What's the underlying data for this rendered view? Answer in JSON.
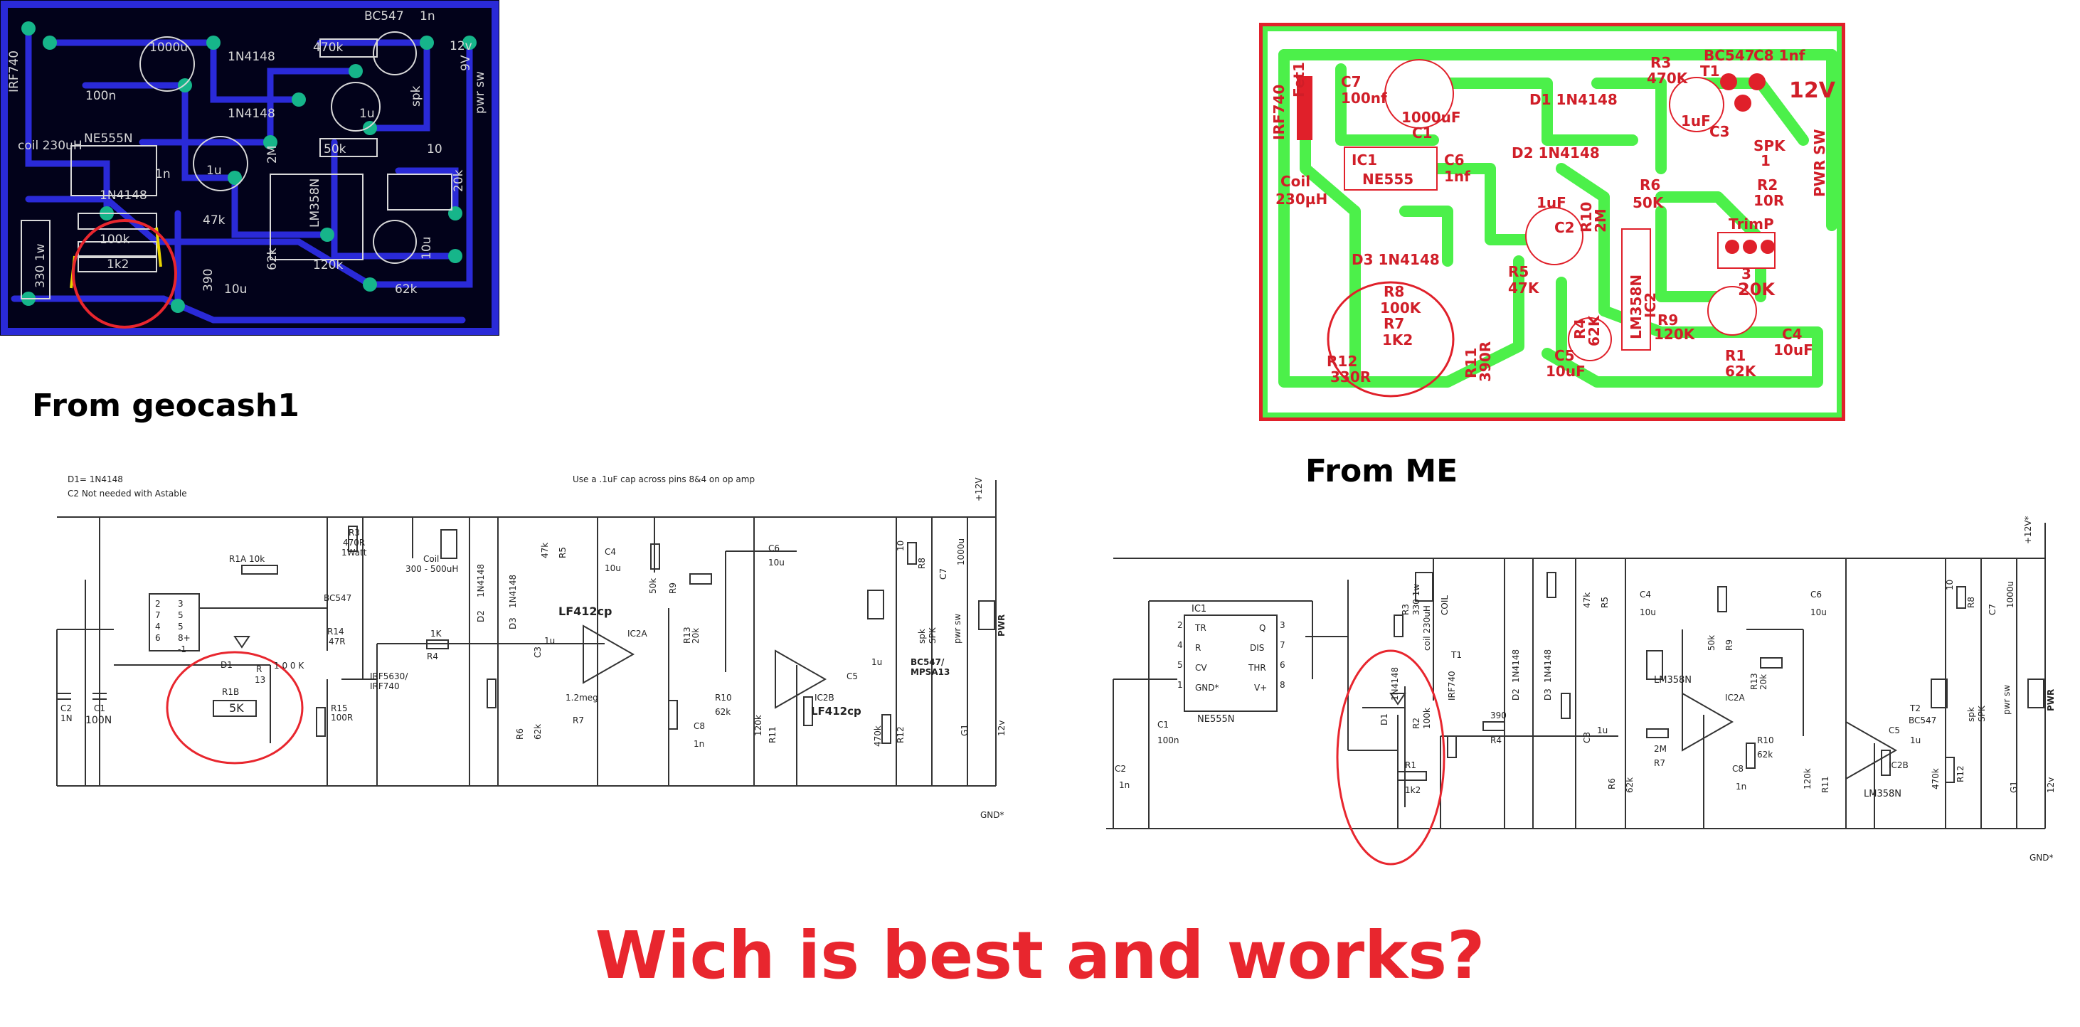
{
  "captions": {
    "left": "From geocash1",
    "right": "From ME",
    "question": "Wich is best and works?"
  },
  "colors": {
    "pcb1_background": "#02021a",
    "pcb1_trace": "#2a2ad8",
    "pcb1_pad": "#16b58a",
    "pcb2_trace": "#4cf04a",
    "pcb2_border": "#e0202a",
    "annotation_red": "#e8262e",
    "schematic_line": "#333333"
  },
  "pcb1": {
    "labels": {
      "bc547": "BC547",
      "n1": "1n",
      "v12": "12v",
      "v9": "9V",
      "irf740": "IRF740",
      "c1000u": "1000u",
      "d1n4148a": "1N4148",
      "r470k": "470k",
      "n100": "100n",
      "ne555n": "NE555N",
      "d1n4148b": "1N4148",
      "u1a": "1u",
      "spk": "spk",
      "pwrsw": "pwr sw",
      "coil": "coil 230uH",
      "n1b": "1n",
      "u1b": "1u",
      "k50": "50k",
      "r10": "10",
      "m2": "2M",
      "k20": "20k",
      "d1n4148c": "1N4148",
      "k47": "47k",
      "lm358n": "LM358N",
      "k100": "100k",
      "k1k2": "1k2",
      "r330": "330 1w",
      "r390": "390",
      "k62a": "62k",
      "k120": "120k",
      "u10a": "10u",
      "u10b": "10u",
      "k62b": "62k"
    }
  },
  "pcb2": {
    "labels": {
      "irf740": "IRF740",
      "fet1": "Fet1",
      "c7": "C7",
      "n100": "100nf",
      "c1000": "1000uF",
      "c1": "C1",
      "d1": "D1 1N4148",
      "r3": "R3",
      "k470": "470K",
      "bc547": "BC547",
      "t1": "T1",
      "c8": "C8 1nf",
      "v12": "12V",
      "u1": "1uF",
      "c3": "C3",
      "spk": "SPK",
      "one": "1",
      "pwrsw": "PWR SW",
      "coil": "Coil",
      "coilv": "230µH",
      "ic1": "IC1",
      "ne555": "NE555",
      "c6": "C6",
      "n1": "1nf",
      "d2": "D2 1N4148",
      "u1b": "1uF",
      "c2": "C2",
      "r10": "R10",
      "m2": "2M",
      "r6": "R6",
      "k50": "50K",
      "r2": "R2",
      "r10v": "10R",
      "trim": "TrimP",
      "three": "3",
      "k20": "20K",
      "d3": "D3 1N4148",
      "r8": "R8",
      "k100": "100K",
      "r7": "R7",
      "k1k2": "1K2",
      "r5": "R5",
      "k47": "47K",
      "lm358n": "LM358N",
      "ic2": "IC2",
      "r12": "R12",
      "r330": "330R",
      "r11": "R11",
      "r390": "390R",
      "r4": "R4",
      "k62": "62K",
      "c5": "C5",
      "u10": "10uF",
      "r9": "R9",
      "k120": "120K",
      "c4": "C4",
      "u10b": "10uF",
      "r1": "R1",
      "k62b": "62K"
    }
  },
  "sch1": {
    "labels": {
      "d1": "D1= 1N4148",
      "c2note": "C2 Not needed with Astable",
      "note": "Use a .1uF cap across pins 8&4 on op amp",
      "v12": "+12V",
      "r3": "R3",
      "r3v": "470R",
      "r3w": "1Watt",
      "coil": "Coil",
      "coilv": "300 - 500uH",
      "r1a": "R1A 10k",
      "bc547": "BC547",
      "r14": "R14",
      "r14v": "47R",
      "pin2": "2",
      "pin3": "3",
      "pin7": "7",
      "pin4": "4",
      "pin5": "5",
      "pin6": "6",
      "pin8": "8+",
      "pin1": "-1",
      "pin5b": "5",
      "d1b": "D1",
      "r": "R",
      "r13": "13",
      "v100k": "1 0 0 K",
      "r1b": "R1B",
      "k5": "5K",
      "r15": "R15",
      "r15v": "100R",
      "c2": "C2",
      "n1": "1N",
      "c1": "C1",
      "n100": "100N",
      "irf": "IRF5630/",
      "irf2": "IRF740",
      "k1": "1K",
      "r4": "R4",
      "d2": "D2",
      "d2v": "1N4148",
      "d3": "D3",
      "d3v": "1N4148",
      "c3": "C3",
      "u1": "1u",
      "k47": "47k",
      "r5": "R5",
      "c4": "C4",
      "u10": "10u",
      "lf412": "LF412cp",
      "ic2a": "IC2A",
      "meg": "1.2meg",
      "r7": "R7",
      "r6": "R6",
      "k62": "62k",
      "k50": "50k",
      "r9": "R9",
      "r13b": "R13",
      "k20": "20k",
      "c8": "C8",
      "n1b": "1n",
      "r10": "R10",
      "k62b": "62k",
      "k120": "120k",
      "r11": "R11",
      "c6": "C6",
      "u10b": "10u",
      "ic2b": "IC2B",
      "lf412b": "LF412cp",
      "c5": "C5",
      "u1b": "1u",
      "k470": "470k",
      "r12": "R12",
      "spk": "spk",
      "spkb": "SPK",
      "bc547b": "BC547/",
      "mpsa": "MPSA13",
      "r8": "R8",
      "ten": "10",
      "c7": "C7",
      "u1000": "1000u",
      "pwrsw": "pwr sw",
      "pwr": "PWR",
      "g1": "G1",
      "v12b": "12v",
      "gnd": "GND*"
    }
  },
  "sch2": {
    "labels": {
      "v12": "+12V*",
      "ic1": "IC1",
      "tr": "TR",
      "q": "Q",
      "r": "R",
      "dis": "DIS",
      "cv": "CV",
      "thr": "THR",
      "gnd": "GND*",
      "vp": "V+",
      "ne555": "NE555N",
      "p2": "2",
      "p3": "3",
      "p4": "4",
      "p7": "7",
      "p5": "5",
      "p6": "6",
      "p1": "1",
      "p8": "8",
      "r3": "R3",
      "r3v": "330 1w",
      "coil": "COIL",
      "coilv": "coil 230uH",
      "t1": "T1",
      "irf": "IRF740",
      "d1": "D1",
      "d1v": "1N4148",
      "r2": "R2",
      "k100": "100k",
      "r1": "R1",
      "k1k2": "1k2",
      "c1": "C1",
      "n100": "100n",
      "c2": "C2",
      "n1": "1n",
      "r4v": "390",
      "r4": "R4",
      "d2": "D2",
      "d2v": "1N4148",
      "d3": "D3",
      "d3v": "1N4148",
      "c3": "C3",
      "u1": "1u",
      "k47": "47k",
      "r5": "R5",
      "c4": "C4",
      "u10": "10u",
      "lm358": "LM358N",
      "ic2a": "IC2A",
      "m2": "2M",
      "r7": "R7",
      "r6": "R6",
      "k62": "62k",
      "k50": "50k",
      "r9": "R9",
      "r13": "R13",
      "k20": "20k",
      "c8": "C8",
      "n1b": "1n",
      "r10": "R10",
      "k62b": "62k",
      "k120": "120k",
      "r11": "R11",
      "c6": "C6",
      "u10b": "10u",
      "ic2b": "IC2B",
      "lm358b": "LM358N",
      "t2": "T2",
      "bc547": "BC547",
      "c5": "C5",
      "u1b": "1u",
      "k470": "470k",
      "r12": "R12",
      "spk": "spk",
      "spkb": "SPK",
      "r8": "R8",
      "ten": "10",
      "c7": "C7",
      "u1000": "1000u",
      "pwrsw": "pwr sw",
      "pwr": "PWR",
      "g1": "G1",
      "v12b": "12v"
    }
  }
}
